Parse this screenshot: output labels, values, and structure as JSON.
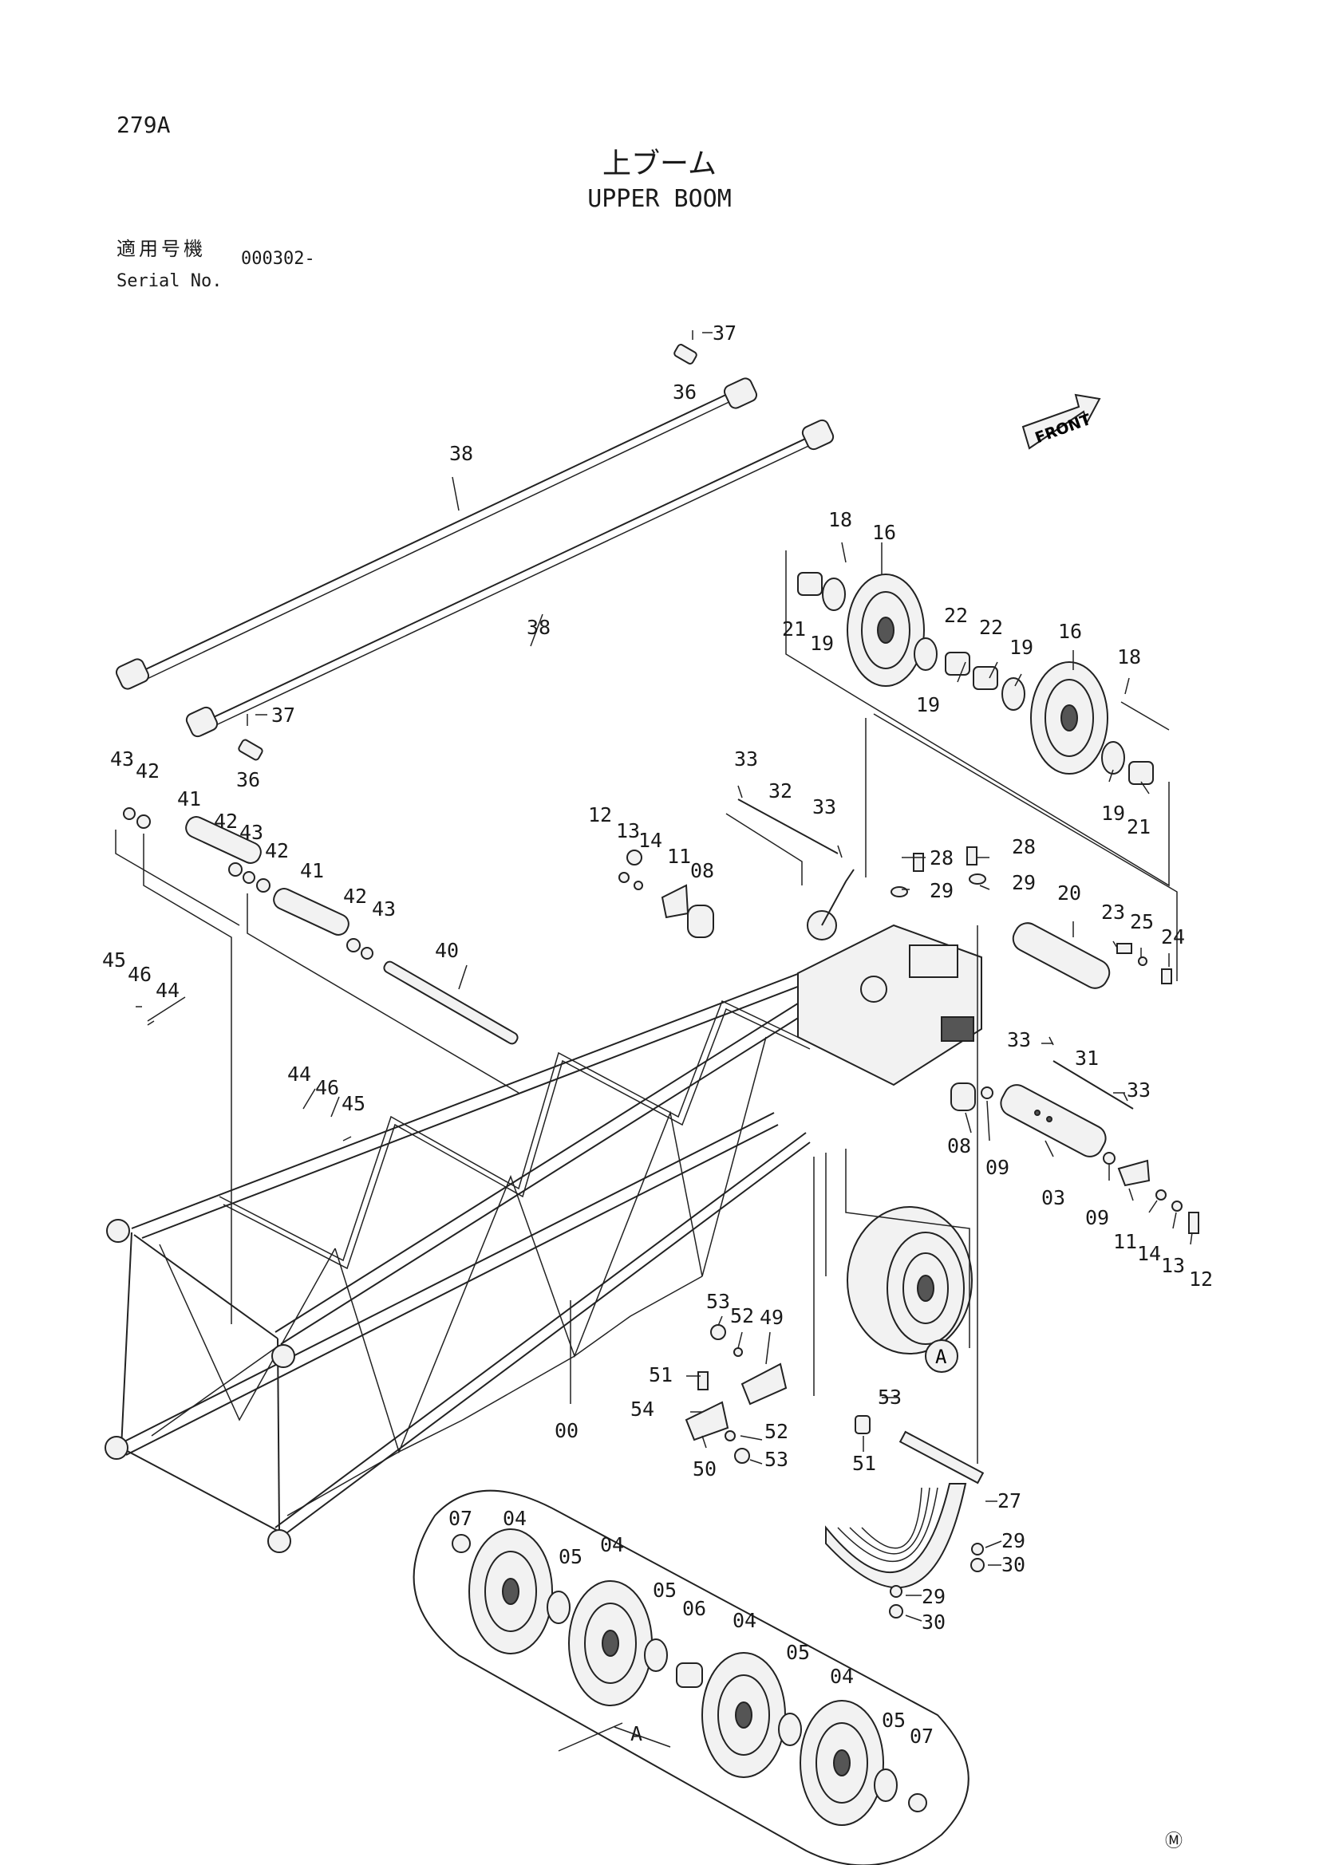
{
  "page": {
    "number": "279A"
  },
  "title": {
    "japanese": "上ブーム",
    "english": "UPPER BOOM"
  },
  "serial": {
    "label_jp": "適用号機",
    "label_en": "Serial No.",
    "value": "000302-"
  },
  "front_arrow": {
    "label": "FRONT"
  },
  "detail_view": {
    "label": "A"
  },
  "mark": "Ⓜ",
  "callouts": {
    "c37a": "37",
    "c36a": "36",
    "c38a": "38",
    "c38b": "38",
    "c37b": "37",
    "c36b": "36",
    "c18a": "18",
    "c16a": "16",
    "c21a": "21",
    "c19a": "19",
    "c22a": "22",
    "c22b": "22",
    "c19b": "19",
    "c16b": "16",
    "c18b": "18",
    "c19c": "19",
    "c19d": "19",
    "c21b": "21",
    "c43a": "43",
    "c42a": "42",
    "c41a": "41",
    "c42b": "42",
    "c43b": "43",
    "c42c": "42",
    "c41b": "41",
    "c42d": "42",
    "c43c": "43",
    "c40": "40",
    "c33a": "33",
    "c32": "32",
    "c33b": "33",
    "c12a": "12",
    "c13a": "13",
    "c14a": "14",
    "c11a": "11",
    "c08a": "08",
    "c28a": "28",
    "c28b": "28",
    "c29a": "29",
    "c29b": "29",
    "c20": "20",
    "c23": "23",
    "c25": "25",
    "c24": "24",
    "c45a": "45",
    "c46a": "46",
    "c44a": "44",
    "c44b": "44",
    "c46b": "46",
    "c45b": "45",
    "c33c": "33",
    "c31": "31",
    "c33d": "33",
    "c08b": "08",
    "c09a": "09",
    "c03": "03",
    "c09b": "09",
    "c11b": "11",
    "c14b": "14",
    "c13b": "13",
    "c12b": "12",
    "c53a": "53",
    "c52a": "52",
    "c49": "49",
    "c51a": "51",
    "c54": "54",
    "c52b": "52",
    "c53b": "53",
    "c50": "50",
    "c00": "00",
    "c53c": "53",
    "c51b": "51",
    "c27": "27",
    "c29c": "29",
    "c30a": "30",
    "c29d": "29",
    "c30b": "30",
    "c07a": "07",
    "c04a": "04",
    "c05a": "05",
    "c04b": "04",
    "c05b": "05",
    "c06": "06",
    "c04c": "04",
    "c05c": "05",
    "c04d": "04",
    "c05d": "05",
    "c07b": "07"
  }
}
